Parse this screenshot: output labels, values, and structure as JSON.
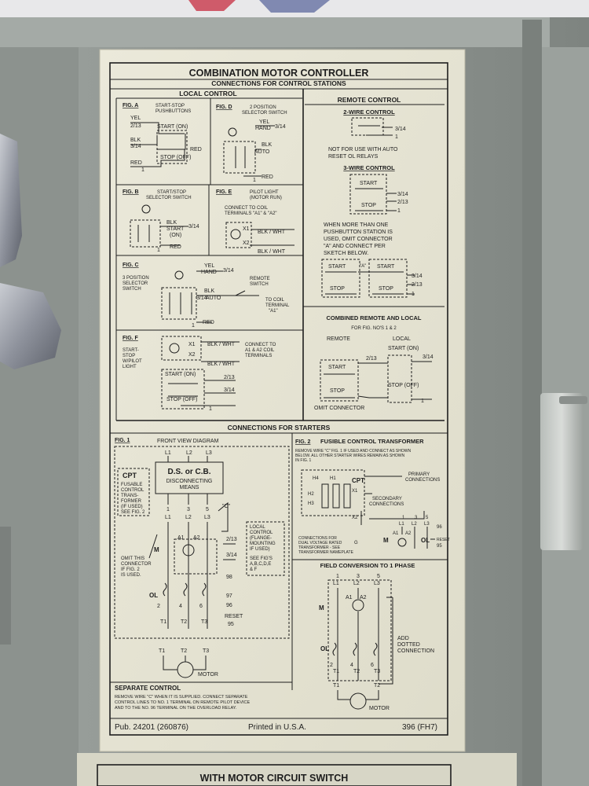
{
  "title": "COMBINATION MOTOR CONTROLLER",
  "subtitle_top": "CONNECTIONS FOR CONTROL STATIONS",
  "local_control": "LOCAL CONTROL",
  "remote_control": "REMOTE CONTROL",
  "fig_a": {
    "label": "FIG. A",
    "desc1": "START-STOP",
    "desc2": "PUSHBUTTONS",
    "yel": "YEL",
    "n213": "2/13",
    "blk": "BLK",
    "n314": "3/14",
    "red": "RED",
    "n1": "1",
    "start": "START (ON)",
    "stop": "STOP (OFF)",
    "red2": "RED"
  },
  "fig_d": {
    "label": "FIG. D",
    "desc1": "2 POSITION",
    "desc2": "SELECTOR SWITCH",
    "yel": "YEL",
    "hand": "HAND",
    "n314": "3/14",
    "blk": "BLK",
    "auto": "AUTO",
    "red": "RED",
    "n1": "1"
  },
  "fig_b": {
    "label": "FIG. B",
    "desc1": "START/STOP",
    "desc2": "SELECTOR SWITCH",
    "blk": "BLK",
    "start": "START",
    "on": "(ON)",
    "n314": "3/14",
    "red": "RED",
    "n1": "1"
  },
  "fig_e": {
    "label": "FIG. E",
    "desc1": "PILOT LIGHT",
    "desc2": "(MOTOR RUN)",
    "c1": "CONNECT TO COIL",
    "c2": "TERMINALS \"A1\" & \"A2\"",
    "x1": "X1",
    "x2": "X2",
    "bw1": "BLK / WHT",
    "bw2": "BLK / WHT"
  },
  "fig_c": {
    "label": "FIG. C",
    "desc1": "3 POSITION",
    "desc2": "SELECTOR",
    "desc3": "SWITCH",
    "yel": "YEL",
    "hand": "HAND",
    "n314": "3/14",
    "blk": "BLK",
    "auto": "AUTO",
    "red": "RED",
    "n1": "1",
    "r1": "REMOTE",
    "r2": "SWITCH",
    "coil1": "TO COIL",
    "coil2": "TERMINAL",
    "coil3": "\"A1\""
  },
  "fig_f": {
    "label": "FIG. F",
    "desc1": "START-",
    "desc2": "STOP",
    "desc3": "W/PILOT",
    "desc4": "LIGHT",
    "x1": "X1",
    "x2": "X2",
    "bw1": "BLK / WHT",
    "bw2": "BLK / WHT",
    "c1": "CONNECT TO",
    "c2": "A1 & A2 COIL",
    "c3": "TERMINALS",
    "n213": "2/13",
    "n314": "3/14",
    "start": "START (ON)",
    "stop": "STOP (OFF)",
    "n1": "1"
  },
  "two_wire": {
    "title": "2-WIRE CONTROL",
    "n314": "3/14",
    "n1": "1",
    "note1": "NOT FOR USE WITH AUTO",
    "note2": "RESET OL RELAYS"
  },
  "three_wire": {
    "title": "3-WIRE CONTROL",
    "start": "START",
    "stop": "STOP",
    "n314": "3/14",
    "n213": "2/13",
    "n1": "1"
  },
  "multi": {
    "l1": "WHEN MORE THAN ONE",
    "l2": "PUSHBUTTON STATION IS",
    "l3": "USED, OMIT CONNECTOR",
    "l4": "\"A\" AND CONNECT PER",
    "l5": "SKETCH BELOW.",
    "start1": "START",
    "start2": "START",
    "stop1": "STOP",
    "stop2": "STOP",
    "a": "\"A\"",
    "n314": "3/14",
    "n213": "2/13",
    "n1": "1"
  },
  "combined": {
    "title": "COMBINED REMOTE AND LOCAL",
    "sub": "FOR FIG. NO'S 1 & 2",
    "remote": "REMOTE",
    "local": "LOCAL",
    "start_on": "START (ON)",
    "n213": "2/13",
    "n314": "3/14",
    "start": "START",
    "stop": "STOP",
    "stop_off": "STOP (OFF)",
    "n1": "1",
    "omit": "OMIT CONNECTOR"
  },
  "starters_header": "CONNECTIONS FOR STARTERS",
  "fig1": {
    "label": "FIG. 1",
    "front": "FRONT VIEW DIAGRAM",
    "l1": "L1",
    "l2": "L2",
    "l3": "L3",
    "ds": "D.S. or C.B.",
    "disc1": "DISCONNECTING",
    "disc2": "MEANS",
    "cpt": "CPT",
    "cpt1": "FUSABLE",
    "cpt2": "CONTROL",
    "cpt3": "TRANS-",
    "cpt4": "FORMER",
    "cpt5": "(IF USED)",
    "cpt6": "SEE FIG. 2",
    "n1": "1",
    "n3": "3",
    "n5": "5",
    "c": "\"C\"",
    "a1": "A1",
    "a2": "A2",
    "m": "M",
    "n213": "2/13",
    "n314": "3/14",
    "lc1": "LOCAL",
    "lc2": "CONTROL",
    "lc3": "(FLANGE-",
    "lc4": "MOUNTING",
    "lc5": "IF USED)",
    "lc6": "SEE FIG'S",
    "lc7": "A,B,C,D,E",
    "lc8": "& F",
    "om1": "OMIT THIS",
    "om2": "CONNECTOR",
    "om3": "IF FIG. 2",
    "om4": "IS USED.",
    "n98": "98",
    "ol": "OL",
    "n97": "97",
    "n96": "96",
    "reset": "RESET",
    "n95": "95",
    "t1": "T1",
    "t2": "T2",
    "t3": "T3",
    "n2": "2",
    "n4": "4",
    "n6": "6",
    "motor": "MOTOR"
  },
  "fig2": {
    "label": "FIG. 2",
    "title": "FUSIBLE CONTROL TRANSFORMER",
    "r1": "REMOVE WIRE \"C\" FIG. 1 IF USED AND CONNECT AS SHOWN",
    "r2": "BELOW. ALL OTHER STARTER WIRES REMAIN AS SHOWN",
    "r3": "IN FIG. 1",
    "cpt": "CPT",
    "h4": "H4",
    "h2": "H2",
    "h3": "H3",
    "h1": "H1",
    "x1": "X1",
    "x2": "X2",
    "prim1": "PRIMARY",
    "prim2": "CONNECTIONS",
    "sec1": "SECONDARY",
    "sec2": "CONNECTIONS",
    "g": "G",
    "n1": "1",
    "n3": "3",
    "n5": "5",
    "l1": "L1",
    "l2": "L2",
    "l3": "L3",
    "n96": "96",
    "reset": "RESET",
    "n95": "95",
    "m": "M",
    "ol": "OL",
    "a1": "A1",
    "a2": "A2",
    "d1": "CONNECTIONS FOR",
    "d2": "DUAL VOLTAGE RATED",
    "d3": "TRANSFORMER - SEE",
    "d4": "TRANSFORMER NAMEPLATE"
  },
  "field": {
    "title": "FIELD CONVERSION TO 1 PHASE",
    "n1": "1",
    "n3": "3",
    "n5": "5",
    "l1": "L1",
    "l2": "L2",
    "l3": "L3",
    "a1": "A1",
    "a2": "A2",
    "m": "M",
    "ol": "OL",
    "n2": "2",
    "n4": "4",
    "n6": "6",
    "t1": "T1",
    "t2": "T2",
    "t3": "T3",
    "add1": "ADD",
    "add2": "DOTTED",
    "add3": "CONNECTION",
    "motor": "MOTOR",
    "ft1": "T1",
    "ft2": "T2"
  },
  "separate": {
    "title": "SEPARATE CONTROL",
    "l1": "REMOVE WIRE \"C\" WHEN IT IS SUPPLIED. CONNECT SEPARATE",
    "l2": "CONTROL LINES TO NO. 1 TERMINAL ON REMOTE PILOT DEVICE",
    "l3": "AND TO THE NO. 96 TERMINAL ON THE OVERLOAD RELAY."
  },
  "footer": {
    "pub": "Pub. 24201 (260876)",
    "printed": "Printed in U.S.A.",
    "code": "396 (FH7)"
  },
  "bottom_label": "WITH MOTOR CIRCUIT SWITCH"
}
